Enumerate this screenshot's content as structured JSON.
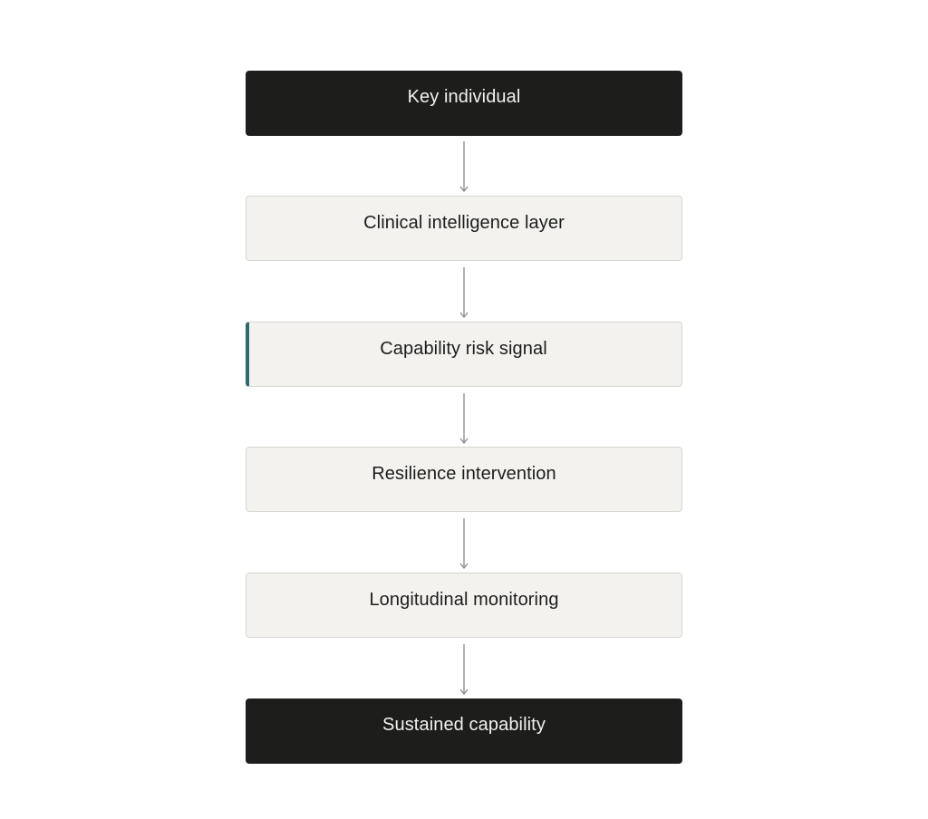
{
  "colors": {
    "dark_node": "#1d1d1b",
    "light_node": "#f3f2ee",
    "light_border": "#d6d5d0",
    "accent": "#2e6b6e",
    "arrow": "#8a8a8a"
  },
  "flow": {
    "nodes": [
      {
        "label": "Key individual",
        "style": "dark"
      },
      {
        "label": "Clinical intelligence layer",
        "style": "light"
      },
      {
        "label": "Capability risk signal",
        "style": "light-accent"
      },
      {
        "label": "Resilience intervention",
        "style": "light"
      },
      {
        "label": "Longitudinal monitoring",
        "style": "light"
      },
      {
        "label": "Sustained capability",
        "style": "dark"
      }
    ]
  }
}
